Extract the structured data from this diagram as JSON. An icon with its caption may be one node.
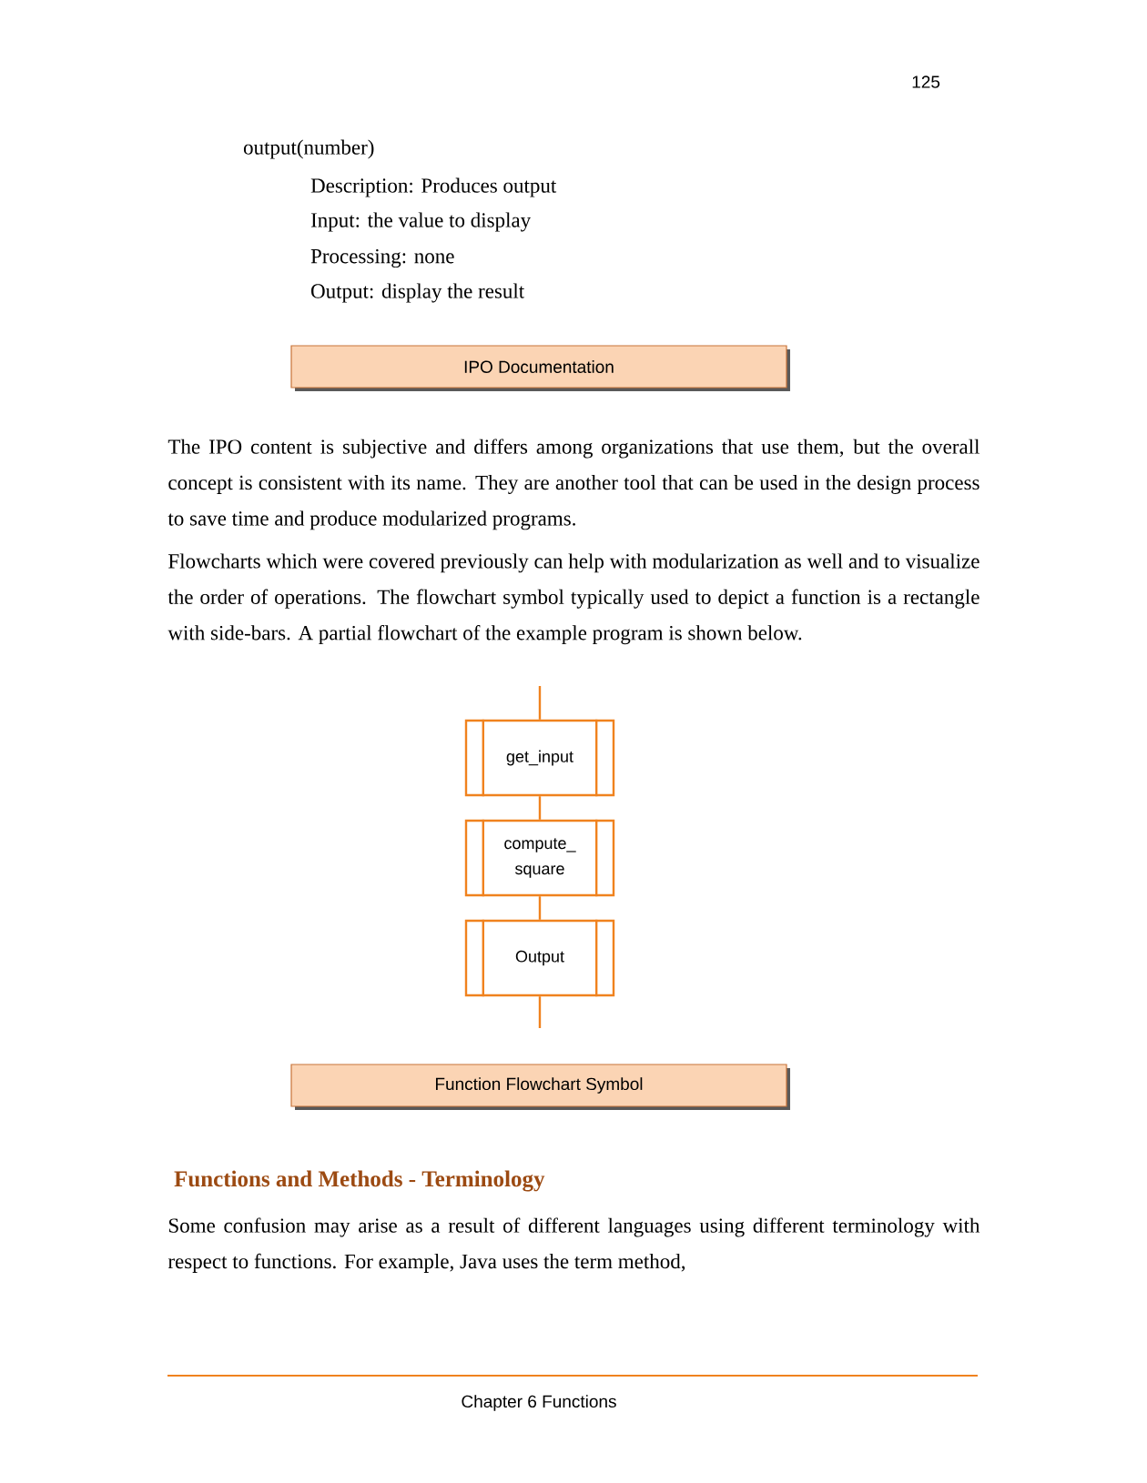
{
  "diagram": {
    "nodes": [
      {
        "text": [
          "IPO Documentation"
        ]
      },
      {
        "text": [
          "get_input"
        ]
      },
      {
        "text": [
          "compute_ square"
        ]
      },
      {
        "text": [
          "Output"
        ]
      },
      {
        "text": [
          "Function Flowchart Symbol"
        ]
      }
    ],
    "edges": [
      {
        "from": null,
        "to": 1,
        "arrow": "none"
      },
      {
        "from": 1,
        "to": 2,
        "arrow": "none"
      },
      {
        "from": 2,
        "to": 3,
        "arrow": "none"
      },
      {
        "from": 3,
        "to": null,
        "arrow": "none"
      }
    ],
    "labels": [
      "125",
      "output(number)",
      "Description: Produces output",
      "Input: the value to display",
      "Processing: none",
      "Output: display the result",
      "The IPO content is subjective and differs among organizations that use them, but the overall concept is consistent with its name.  They are another tool that can be used in the design process to save time and produce modularized programs.",
      "Flowcharts which were covered previously can help with modularization as well and to visualize the order of operations.  The flowchart symbol typically used to depict a function is a rectangle with side-bars.  A partial flowchart of the example program is shown below.",
      "Functions and Methods - Terminology",
      "Some confusion may arise as a result of different languages using different terminology with respect to functions.  For example, Java uses the term method,",
      "Chapter 6 Functions"
    ]
  }
}
